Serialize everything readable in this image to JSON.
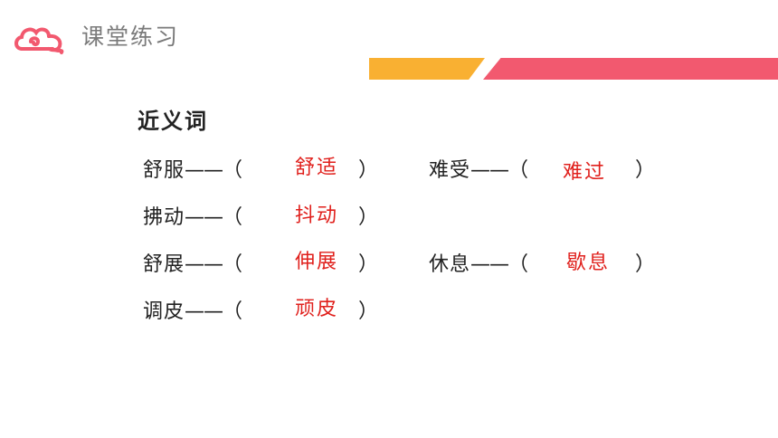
{
  "header": {
    "title": "课堂练习",
    "logo_icon": "cloud-swirl-icon",
    "accent_colors": {
      "logo": "#f2596f",
      "bar_orange": "#f9b032",
      "bar_red": "#f2596f"
    }
  },
  "section": {
    "title": "近义词"
  },
  "synonyms": [
    {
      "word": "舒服",
      "dash": "——",
      "open": "（",
      "answer": "舒适",
      "close": "）"
    },
    {
      "word": "拂动",
      "dash": "——",
      "open": "（",
      "answer": "抖动",
      "close": "）"
    },
    {
      "word": "舒展",
      "dash": "——",
      "open": "（",
      "answer": "伸展",
      "close": "）"
    },
    {
      "word": "调皮",
      "dash": "——",
      "open": "（",
      "answer": "顽皮",
      "close": "）"
    },
    {
      "word": "难受",
      "dash": "——",
      "open": "（",
      "answer": "难过",
      "close": "）"
    },
    {
      "word": "休息",
      "dash": "——",
      "open": "（",
      "answer": "歇息",
      "close": "）"
    }
  ],
  "answer_color": "#e0201c"
}
